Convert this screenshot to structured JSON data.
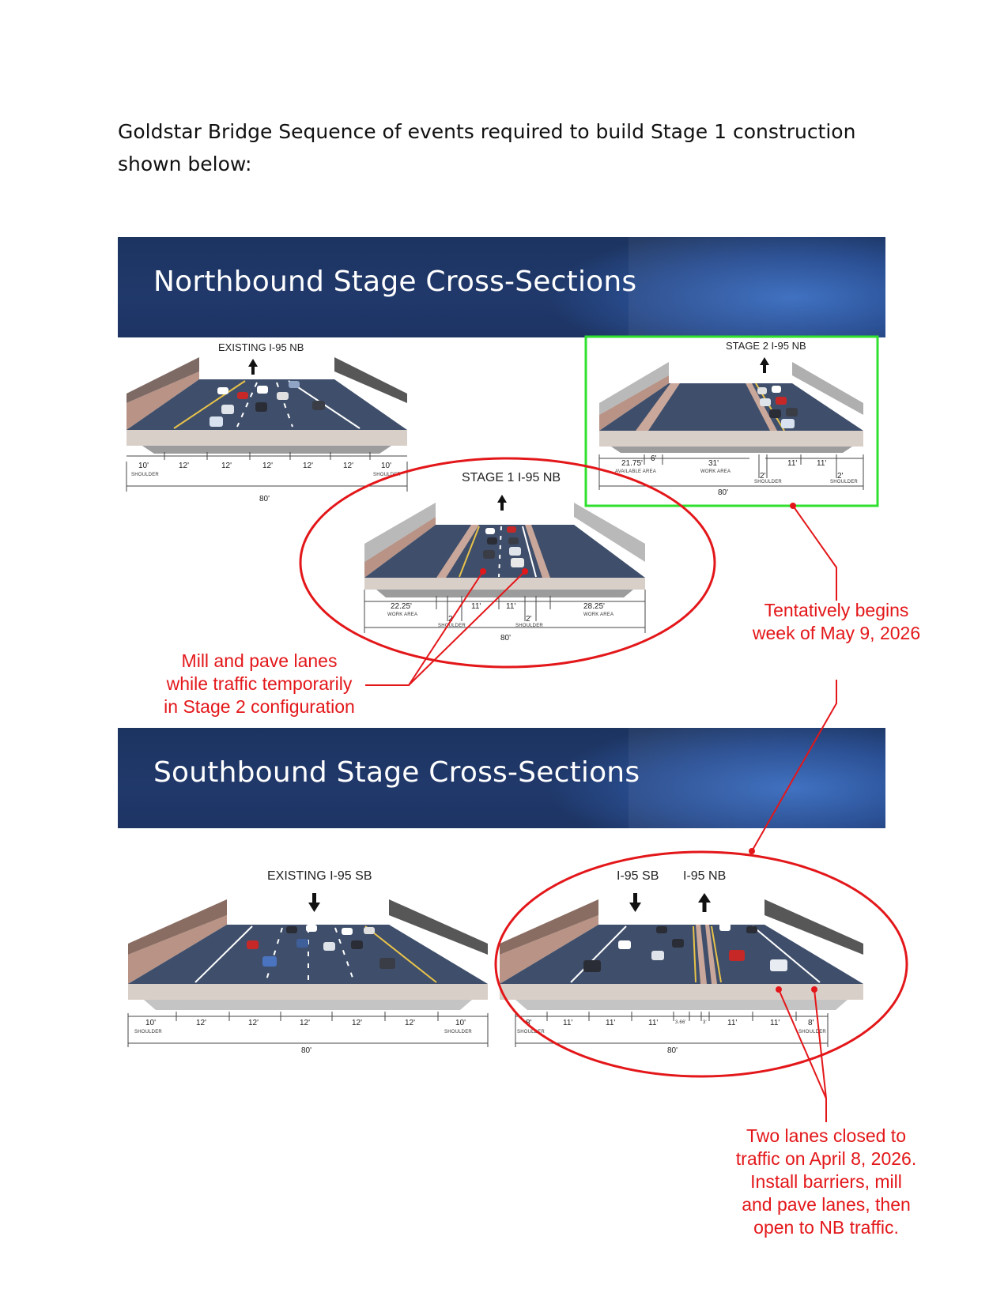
{
  "intro": {
    "line1": "Goldstar Bridge Sequence of events required to build Stage 1 construction",
    "line2": "shown below:"
  },
  "northbound": {
    "banner_title": "Northbound Stage Cross-Sections",
    "existing": {
      "label": "EXISTING I-95 NB",
      "dims": [
        "10'",
        "12'",
        "12'",
        "12'",
        "12'",
        "12'",
        "10'"
      ],
      "subs": [
        "SHOULDER",
        "SHOULDER"
      ],
      "total": "80'"
    },
    "stage1": {
      "label": "STAGE 1 I-95 NB",
      "dims": [
        "22.25'",
        "11'",
        "11'",
        "28.25'",
        "2'",
        "2'"
      ],
      "subs": [
        "WORK AREA",
        "SHOULDER",
        "SHOULDER",
        "WORK AREA"
      ],
      "total": "80'"
    },
    "stage2": {
      "label": "STAGE 2 I-95 NB",
      "dims": [
        "21.75'",
        "6'",
        "31'",
        "11'",
        "11'",
        "2'",
        "2'"
      ],
      "subs": [
        "AVAILABLE AREA",
        "WORK AREA",
        "SHOULDER",
        "SHOULDER"
      ],
      "total": "80'"
    }
  },
  "southbound": {
    "banner_title": "Southbound Stage Cross-Sections",
    "existing": {
      "label": "EXISTING I-95 SB",
      "dims": [
        "10'",
        "12'",
        "12'",
        "12'",
        "12'",
        "12'",
        "10'"
      ],
      "subs": [
        "SHOULDER",
        "SHOULDER"
      ],
      "total": "80'"
    },
    "stage1": {
      "label_sb": "I-95 SB",
      "label_nb": "I-95 NB",
      "dims": [
        "8'",
        "11'",
        "11'",
        "11'",
        "3.66'",
        "3'",
        "11'",
        "11'",
        "8'"
      ],
      "subs": [
        "SHOULDER",
        "SHOULDER"
      ],
      "total": "80'"
    }
  },
  "annotations": {
    "mill_pave": [
      "Mill and pave lanes",
      "while traffic temporarily",
      "in Stage 2 configuration"
    ],
    "tentative": [
      "Tentatively begins",
      "week of May 9, 2026"
    ],
    "two_lanes": [
      "Two lanes closed to",
      "traffic on April 8, 2026.",
      "Install barriers, mill",
      "and pave lanes, then",
      "open to NB traffic."
    ]
  },
  "colors": {
    "annotation_red": "#e3171a",
    "highlight_green": "#2fe02f",
    "banner_blue": "#1f3868",
    "deck_asphalt": "#3f4f6b",
    "barrier_concrete": "#c9a79a"
  }
}
